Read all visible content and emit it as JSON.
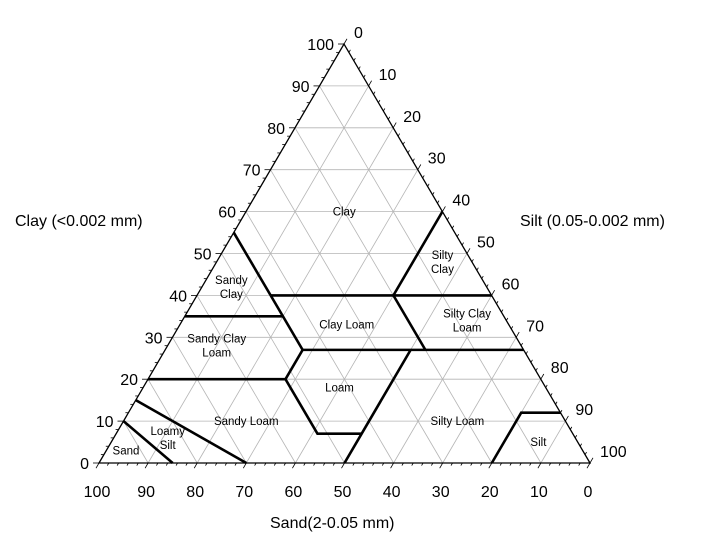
{
  "chart_data": {
    "type": "ternary",
    "title": "",
    "axes": {
      "clay": {
        "label": "Clay (<0.002 mm)",
        "ticks": [
          "0",
          "10",
          "20",
          "30",
          "40",
          "50",
          "60",
          "70",
          "80",
          "90",
          "100"
        ]
      },
      "silt": {
        "label": "Silt (0.05-0.002 mm)",
        "ticks": [
          "0",
          "10",
          "20",
          "30",
          "40",
          "50",
          "60",
          "70",
          "80",
          "90",
          "100"
        ]
      },
      "sand": {
        "label": "Sand(2-0.05 mm)",
        "ticks": [
          "100",
          "90",
          "80",
          "70",
          "60",
          "50",
          "40",
          "30",
          "20",
          "10",
          "0"
        ]
      }
    },
    "grid_step": 10,
    "geometry": {
      "left": [
        99,
        463
      ],
      "right": [
        590,
        463
      ],
      "apex": [
        344,
        44
      ]
    },
    "boundaries": [
      [
        [
          45,
          0,
          55
        ],
        [
          45,
          15,
          40
        ]
      ],
      [
        [
          65,
          0,
          35
        ],
        [
          45,
          20,
          35
        ]
      ],
      [
        [
          45,
          15,
          40
        ],
        [
          20,
          40,
          40
        ],
        [
          0,
          60,
          40
        ]
      ],
      [
        [
          20,
          40,
          40
        ],
        [
          0,
          40,
          60
        ]
      ],
      [
        [
          45,
          15,
          40
        ],
        [
          45,
          28,
          27
        ],
        [
          52,
          28,
          20
        ]
      ],
      [
        [
          80,
          0,
          20
        ],
        [
          52,
          28,
          20
        ]
      ],
      [
        [
          45,
          28,
          27
        ],
        [
          0,
          73,
          27
        ]
      ],
      [
        [
          20,
          40,
          40
        ],
        [
          20,
          53,
          27
        ]
      ],
      [
        [
          52,
          28,
          20
        ],
        [
          52,
          41,
          7
        ],
        [
          43,
          50,
          7
        ]
      ],
      [
        [
          23,
          50,
          27
        ],
        [
          43,
          50,
          7
        ],
        [
          50,
          50,
          0
        ]
      ],
      [
        [
          20,
          80,
          0
        ],
        [
          8,
          80,
          12
        ],
        [
          0,
          88,
          12
        ]
      ],
      [
        [
          85,
          0,
          15
        ],
        [
          70,
          30,
          0
        ]
      ],
      [
        [
          90,
          0,
          10
        ],
        [
          85,
          15,
          0
        ]
      ]
    ],
    "regions": [
      {
        "name": "Clay",
        "lines": [
          "Clay"
        ],
        "at": [
          20,
          20,
          60
        ]
      },
      {
        "name": "Sandy Clay",
        "lines": [
          "Sandy",
          "Clay"
        ],
        "at": [
          52,
          6,
          42
        ]
      },
      {
        "name": "Silty Clay",
        "lines": [
          "Silty",
          "Clay"
        ],
        "at": [
          6,
          46,
          48
        ]
      },
      {
        "name": "Clay Loam",
        "lines": [
          "Clay Loam"
        ],
        "at": [
          33,
          34,
          33
        ]
      },
      {
        "name": "Sandy Clay Loam",
        "lines": [
          "Sandy Clay",
          "Loam"
        ],
        "at": [
          62,
          10,
          28
        ]
      },
      {
        "name": "Silty Clay Loam",
        "lines": [
          "Silty Clay",
          "Loam"
        ],
        "at": [
          8,
          58,
          34
        ]
      },
      {
        "name": "Loam",
        "lines": [
          "Loam"
        ],
        "at": [
          42,
          40,
          18
        ]
      },
      {
        "name": "Sandy Loam",
        "lines": [
          "Sandy Loam"
        ],
        "at": [
          65,
          25,
          10
        ]
      },
      {
        "name": "Silty Loam",
        "lines": [
          "Silty Loam"
        ],
        "at": [
          22,
          68,
          10
        ]
      },
      {
        "name": "Silt",
        "lines": [
          "Silt"
        ],
        "at": [
          8,
          87,
          5
        ]
      },
      {
        "name": "Loamy Silt",
        "lines": [
          "Loamy",
          "Silt"
        ],
        "at": [
          83,
          11,
          6
        ]
      },
      {
        "name": "Sand",
        "lines": [
          "Sand"
        ],
        "at": [
          93,
          4,
          3
        ]
      }
    ]
  }
}
